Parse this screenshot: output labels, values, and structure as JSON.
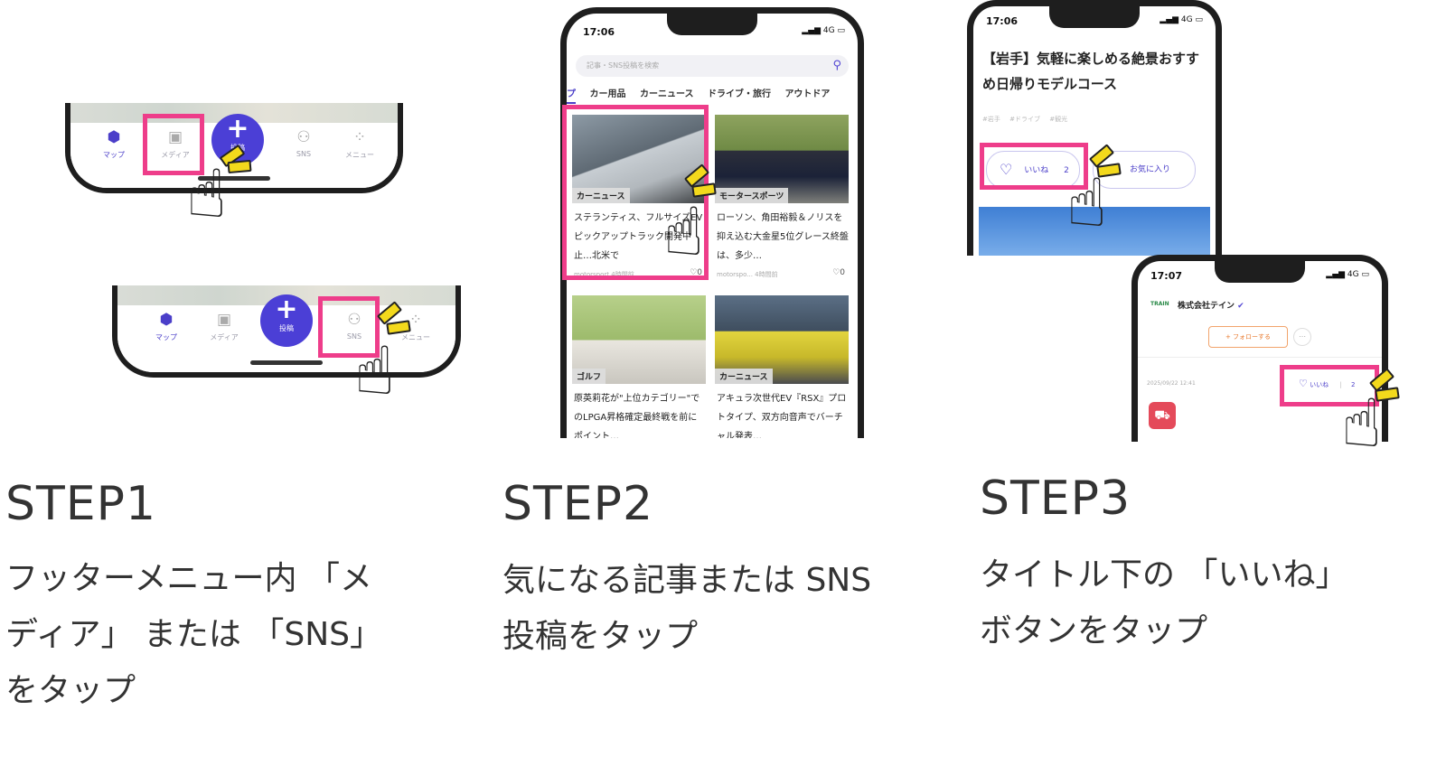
{
  "step1": {
    "title": "STEP1",
    "desc": "フッターメニュー内 「メ\nディア」 または 「SNS」\nをタップ",
    "tabs": [
      {
        "label": "マップ",
        "icon": "map-pin-icon"
      },
      {
        "label": "メディア",
        "icon": "media-icon"
      },
      {
        "label": "SNS",
        "icon": "sns-icon"
      },
      {
        "label": "メニュー",
        "icon": "menu-icon"
      }
    ],
    "fab_label": "投稿"
  },
  "step2": {
    "title": "STEP2",
    "desc": "気になる記事または SNS\n投稿をタップ",
    "phone": {
      "time": "17:06",
      "signal": "4G",
      "search_placeholder": "記事・SNS投稿を検索",
      "categories": [
        "トップ",
        "カー用品",
        "カーニュース",
        "ドライブ・旅行",
        "アウトドア"
      ],
      "cards": [
        {
          "label": "カーニュース",
          "text": "ステランティス、フルサイズEVピックアップトラック開発中止…北米で",
          "source": "motorsport",
          "time": "4時間前",
          "likes": "0"
        },
        {
          "label": "モータースポーツ",
          "text": "ローソン、角田裕毅＆ノリスを抑え込む大金星5位グレース終盤は、多少…",
          "source": "motorspo...",
          "time": "4時間前",
          "likes": "0"
        },
        {
          "label": "ゴルフ",
          "text": "原英莉花が\"上位カテゴリー\"でのLPGA昇格確定最終戦を前にポイント…",
          "source": "",
          "time": "",
          "likes": ""
        },
        {
          "label": "カーニュース",
          "text": "アキュラ次世代EV『RSX』プロトタイプ、双方向音声でバーチャル発表…",
          "source": "",
          "time": "",
          "likes": ""
        }
      ]
    }
  },
  "step3": {
    "title": "STEP3",
    "desc": "タイトル下の 「いいね」\nボタンをタップ",
    "phone_a": {
      "time": "17:06",
      "signal": "4G",
      "article_title": "【岩手】気軽に楽しめる絶景おすすめ日帰りモデルコース",
      "tags": [
        "#岩手",
        "#ドライブ",
        "#観光"
      ],
      "like_label": "いいね",
      "like_count": "2",
      "fav_label": "お気に入り"
    },
    "phone_b": {
      "time": "17:07",
      "signal": "4G",
      "brand": "TRAIN",
      "company": "株式会社テイン",
      "follow_label": "+ フォローする",
      "date": "2025/09/22 12:41",
      "like_label": "いいね",
      "like_count": "2"
    }
  },
  "colors": {
    "highlight": "#ee3d8a",
    "accent": "#4b3fc9",
    "spark": "#f3d91c"
  }
}
